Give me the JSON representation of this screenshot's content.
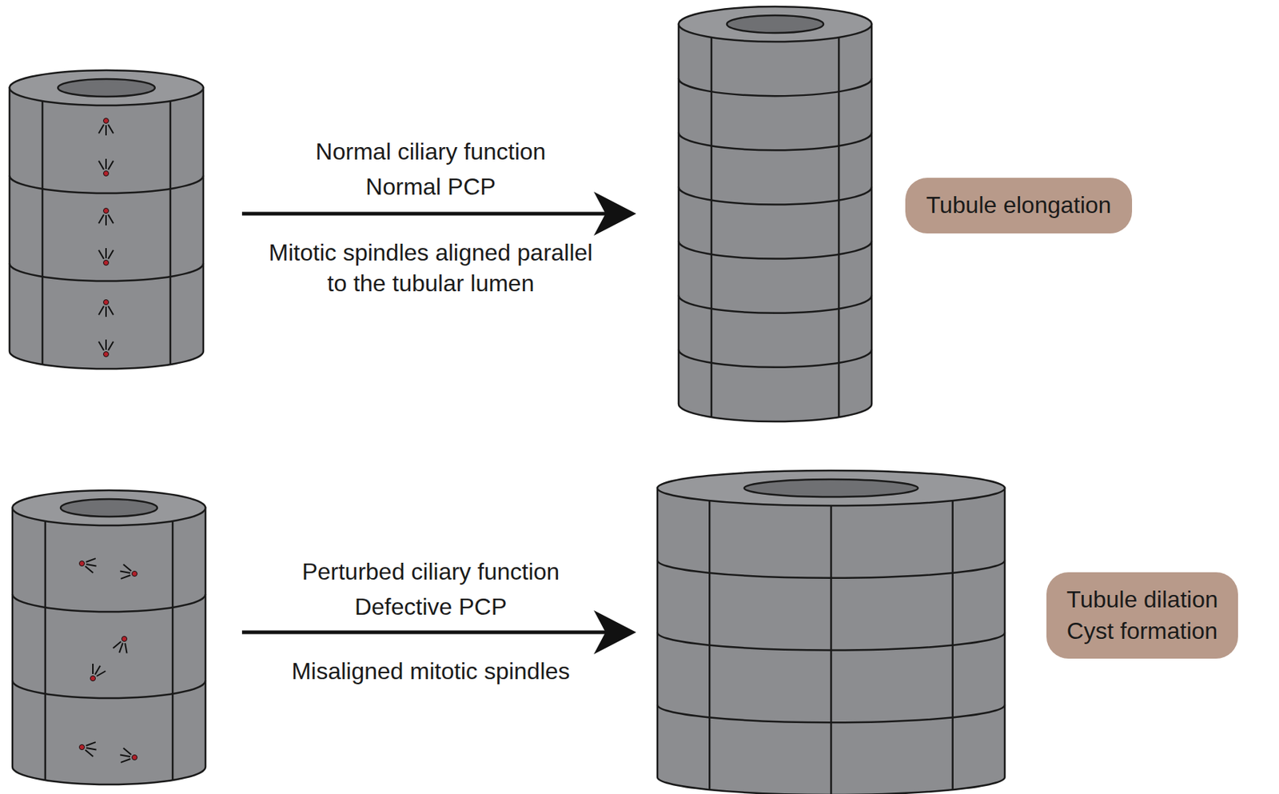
{
  "diagram": {
    "nodes": [
      {
        "text": [
          "Tubule elongation"
        ]
      },
      {
        "text": [
          "Tubule dilation",
          "Cyst formation"
        ]
      }
    ],
    "labels": [
      "Normal ciliary function",
      "Normal PCP",
      "Mitotic spindles aligned parallel to the tubular lumen",
      "Perturbed ciliary function",
      "Defective PCP",
      "Misaligned mitotic spindles"
    ]
  }
}
